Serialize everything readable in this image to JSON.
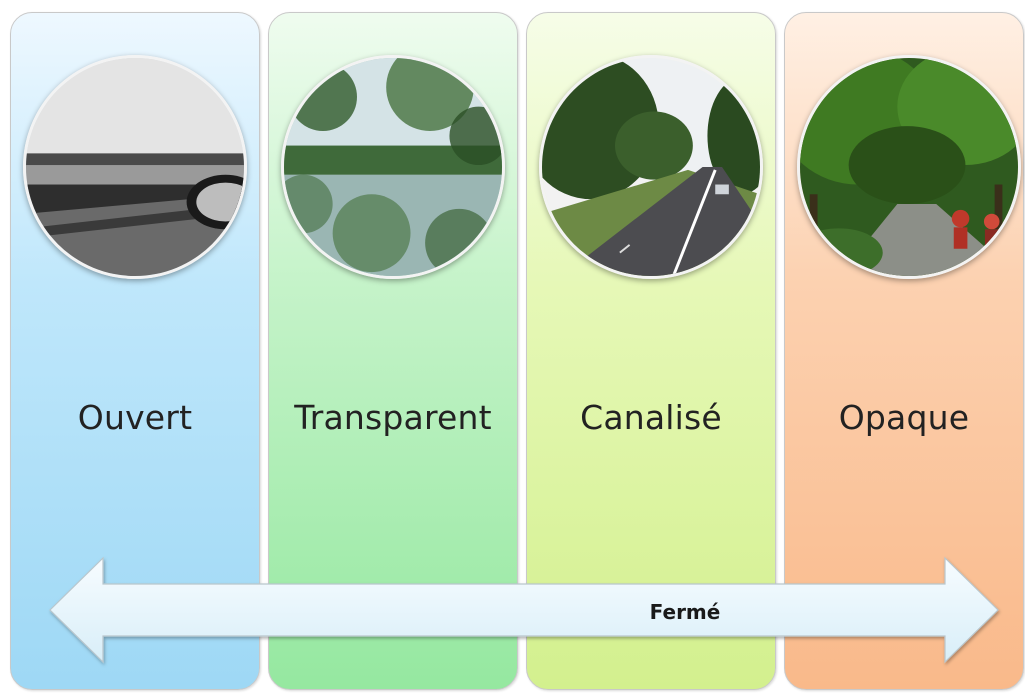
{
  "columns": [
    {
      "label": "Ouvert",
      "image_icon": "open-landscape-photo"
    },
    {
      "label": "Transparent",
      "image_icon": "transparent-landscape-photo"
    },
    {
      "label": "Canalisé",
      "image_icon": "channeled-road-photo"
    },
    {
      "label": "Opaque",
      "image_icon": "opaque-tree-canopy-photo"
    }
  ],
  "arrow": {
    "label": "Fermé"
  },
  "colors": {
    "ouvert": "#9ed8f5",
    "transparent": "#95e8a0",
    "canalise": "#d3f08e",
    "opaque": "#f9b98a"
  }
}
